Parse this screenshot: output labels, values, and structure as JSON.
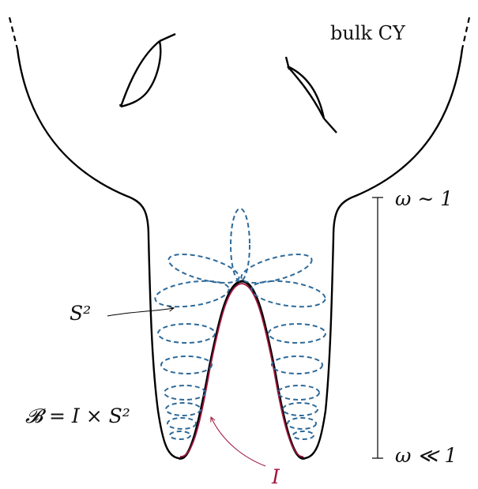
{
  "labels": {
    "bulk": "bulk CY",
    "omega_top": "ω ∼ 1",
    "omega_bottom": "ω ≪ 1",
    "sphere": "S²",
    "base": "𝓑 = I × S²",
    "interval": "I"
  },
  "colors": {
    "outline": "#000000",
    "sphere_dashes": "#2e6a9a",
    "interval_curve": "#a0143c",
    "arrow_black": "#000000"
  }
}
